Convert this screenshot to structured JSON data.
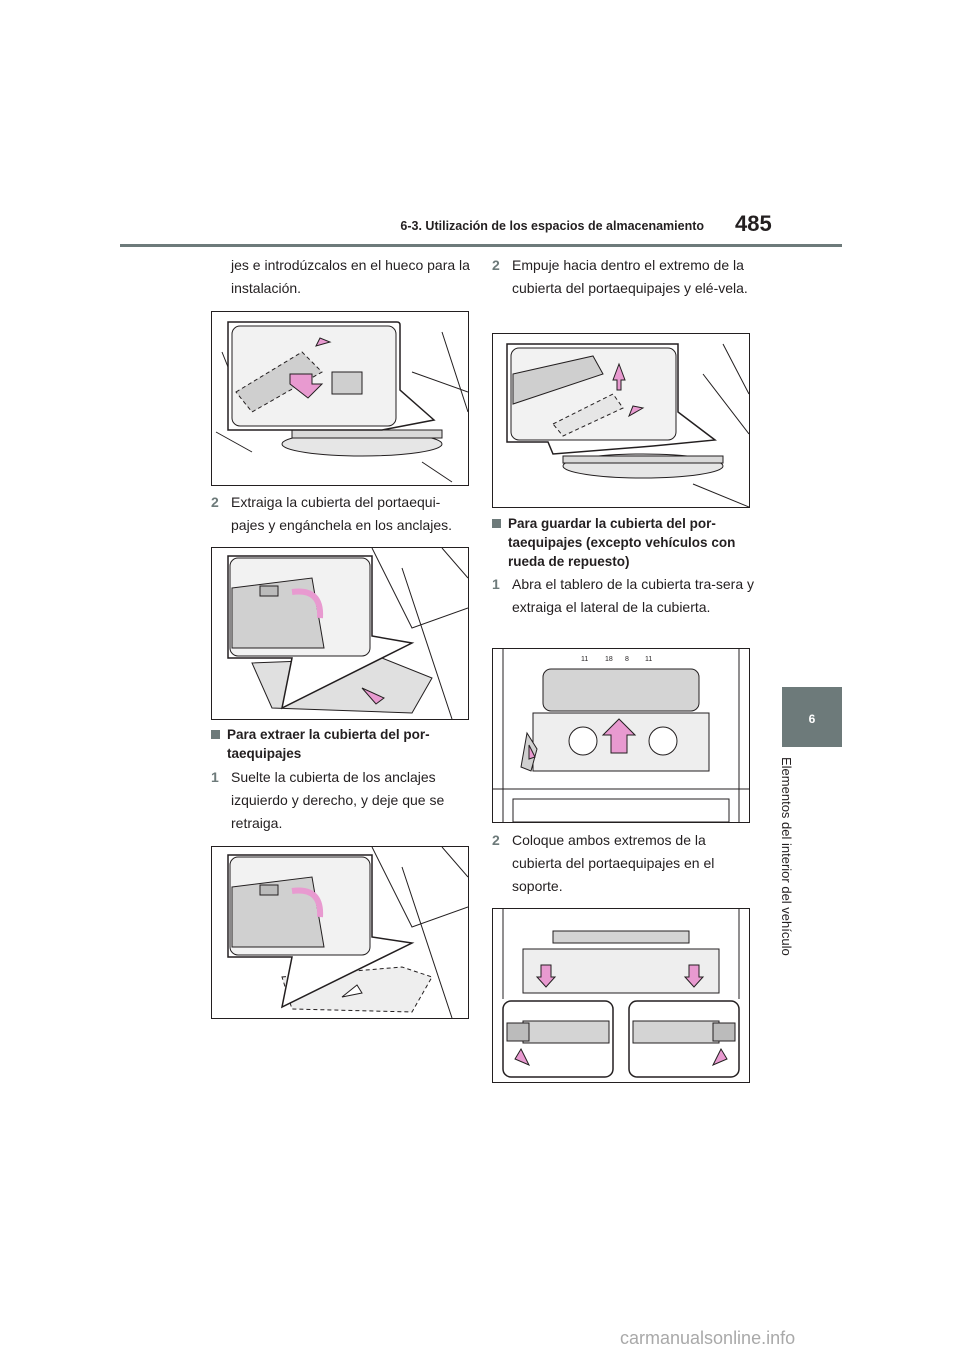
{
  "header": {
    "section": "6-3. Utilización de los espacios de almacenamiento",
    "page_number": "485"
  },
  "side_tab": {
    "number": "6",
    "label": "Elementos del interior del vehículo"
  },
  "left_column": {
    "intro": "jes e introdúzcalos en el hueco para la instalación.",
    "step2": {
      "num": "2",
      "text": "Extraiga la cubierta del portaequi-pajes y engánchela en los anclajes."
    },
    "heading_remove": "Para extraer la cubierta del por-taequipajes",
    "step1_remove": {
      "num": "1",
      "text": "Suelte la cubierta de los anclajes izquierdo y derecho, y deje que se retraiga."
    }
  },
  "right_column": {
    "step2_push": {
      "num": "2",
      "text": "Empuje hacia dentro el extremo de la cubierta del portaequipajes y elé-vela."
    },
    "heading_store": "Para guardar la cubierta del por-taequipajes (excepto vehículos con rueda de repuesto)",
    "step1_store": {
      "num": "1",
      "text": "Abra el tablero de la cubierta tra-sera y extraiga el lateral de la cubierta."
    },
    "step2_store": {
      "num": "2",
      "text": "Coloque ambos extremos de la cubierta del portaequipajes en el soporte."
    }
  },
  "figures": {
    "trunk_labels": [
      "11",
      "18",
      "8",
      "11"
    ]
  },
  "colors": {
    "accent_gray": "#6d7a7a",
    "arrow_pink": "#e89ad0",
    "panel_gray": "#d9d9d9"
  },
  "watermark": "carmanualsonline.info"
}
